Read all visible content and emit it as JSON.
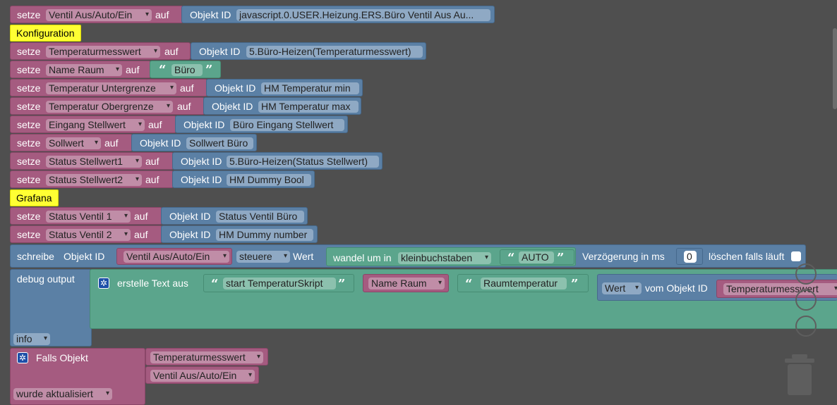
{
  "set_label": "setze",
  "on_label": "auf",
  "objid_label": "Objekt ID",
  "rows": {
    "ventil": {
      "var": "Ventil Aus/Auto/Ein",
      "obj": "javascript.0.USER.Heizung.ERS.Büro Ventil Aus Au..."
    },
    "comment1": "Konfiguration",
    "temp_mess": {
      "var": "Temperaturmesswert",
      "obj": "5.Büro-Heizen(Temperaturmesswert)"
    },
    "name_raum": {
      "var": "Name Raum",
      "text": "Büro"
    },
    "temp_unter": {
      "var": "Temperatur Untergrenze",
      "obj": "HM Temperatur min"
    },
    "temp_ober": {
      "var": "Temperatur Obergrenze",
      "obj": "HM Temperatur max"
    },
    "eingang": {
      "var": "Eingang Stellwert",
      "obj": "Büro Eingang Stellwert"
    },
    "sollwert": {
      "var": "Sollwert",
      "obj": "Sollwert Büro"
    },
    "status1": {
      "var": "Status Stellwert1",
      "obj": "5.Büro-Heizen(Status Stellwert)"
    },
    "status2": {
      "var": "Status Stellwert2",
      "obj": "HM Dummy Bool"
    },
    "comment2": "Grafana",
    "ventil1": {
      "var": "Status Ventil 1",
      "obj": "Status Ventil Büro"
    },
    "ventil2": {
      "var": "Status Ventil 2",
      "obj": "HM Dummy number"
    }
  },
  "write": {
    "label": "schreibe",
    "objid": "Objekt ID",
    "var": "Ventil Aus/Auto/Ein",
    "mode": "steuere",
    "wert": "Wert",
    "convert": "wandel um in",
    "case": "kleinbuchstaben",
    "text": "AUTO",
    "delay_label": "Verzögerung in ms",
    "delay": "0",
    "clear_label": "löschen falls läuft"
  },
  "debug": {
    "label": "debug output",
    "create": "erstelle Text aus",
    "text1": "start TemperaturSkript",
    "var": "Name Raum",
    "text2": "Raumtemperatur",
    "value": "Wert",
    "from": "vom Objekt ID",
    "objvar": "Temperaturmesswert",
    "level": "info"
  },
  "trigger": {
    "label": "Falls Objekt",
    "var1": "Temperaturmesswert",
    "var2": "Ventil Aus/Auto/Ein",
    "event": "wurde aktualisiert"
  },
  "colors": {
    "workspace": "#4f4f4f",
    "variables": "#a55b80",
    "objects": "#5b80a5",
    "text": "#5ba58c",
    "comment": "#ffff33"
  }
}
